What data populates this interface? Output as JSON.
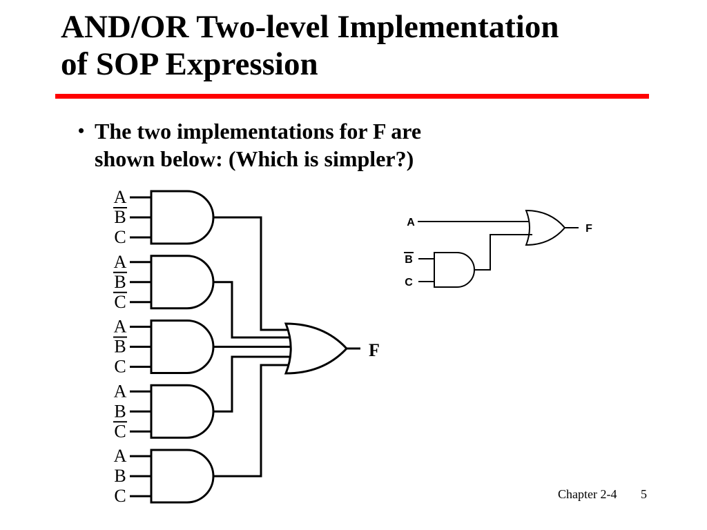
{
  "slide": {
    "title_line1": "AND/OR Two-level Implementation",
    "title_line2": "of SOP Expression",
    "bullet_line1": "The two implementations for F are",
    "bullet_line2": "shown below:  (Which is simpler?)",
    "footer": "Chapter 2-4",
    "page_number": "5",
    "rule_color": "#ff0000"
  },
  "left_circuit": {
    "gates": [
      {
        "inputs": [
          {
            "label": "A",
            "bar": false
          },
          {
            "label": "B",
            "bar": true
          },
          {
            "label": "C",
            "bar": false
          }
        ]
      },
      {
        "inputs": [
          {
            "label": "A",
            "bar": false
          },
          {
            "label": "B",
            "bar": true
          },
          {
            "label": "C",
            "bar": true
          }
        ]
      },
      {
        "inputs": [
          {
            "label": "A",
            "bar": false
          },
          {
            "label": "B",
            "bar": true
          },
          {
            "label": "C",
            "bar": false
          }
        ]
      },
      {
        "inputs": [
          {
            "label": "A",
            "bar": false
          },
          {
            "label": "B",
            "bar": false
          },
          {
            "label": "C",
            "bar": true
          }
        ]
      },
      {
        "inputs": [
          {
            "label": "A",
            "bar": false
          },
          {
            "label": "B",
            "bar": false
          },
          {
            "label": "C",
            "bar": false
          }
        ]
      }
    ],
    "output": "F"
  },
  "right_circuit": {
    "input_a": "A",
    "input_b": "B",
    "input_c": "C",
    "output": "F"
  }
}
